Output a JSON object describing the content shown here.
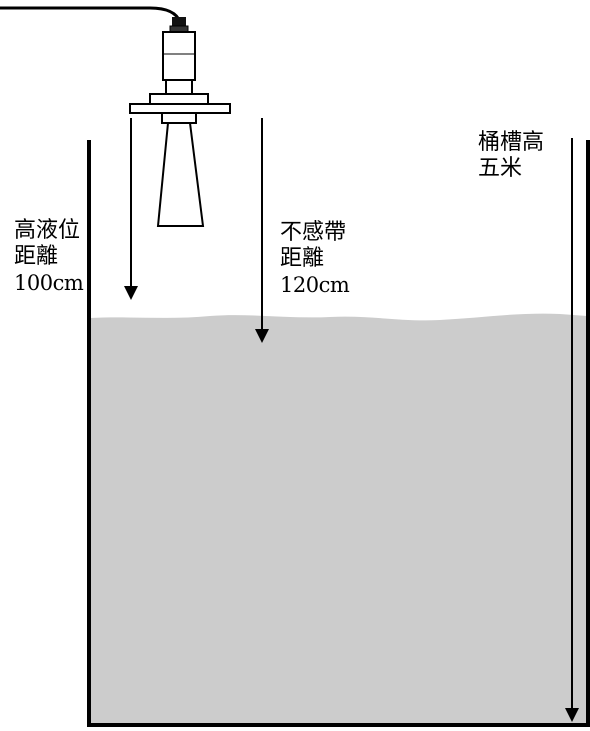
{
  "labels": {
    "high_level": {
      "line1": "高液位",
      "line2": "距離",
      "line3": "100cm"
    },
    "blind_zone": {
      "line1": "不感帶",
      "line2": "距離",
      "line3": "120cm"
    },
    "tank_height": {
      "line1": "桶槽高",
      "line2": "五米"
    }
  },
  "colors": {
    "liquid": "#cccccc",
    "outline": "#000000",
    "background": "#ffffff"
  },
  "icons": [
    "radar-level-sensor-icon",
    "cable-icon",
    "arrow-down-icon"
  ]
}
